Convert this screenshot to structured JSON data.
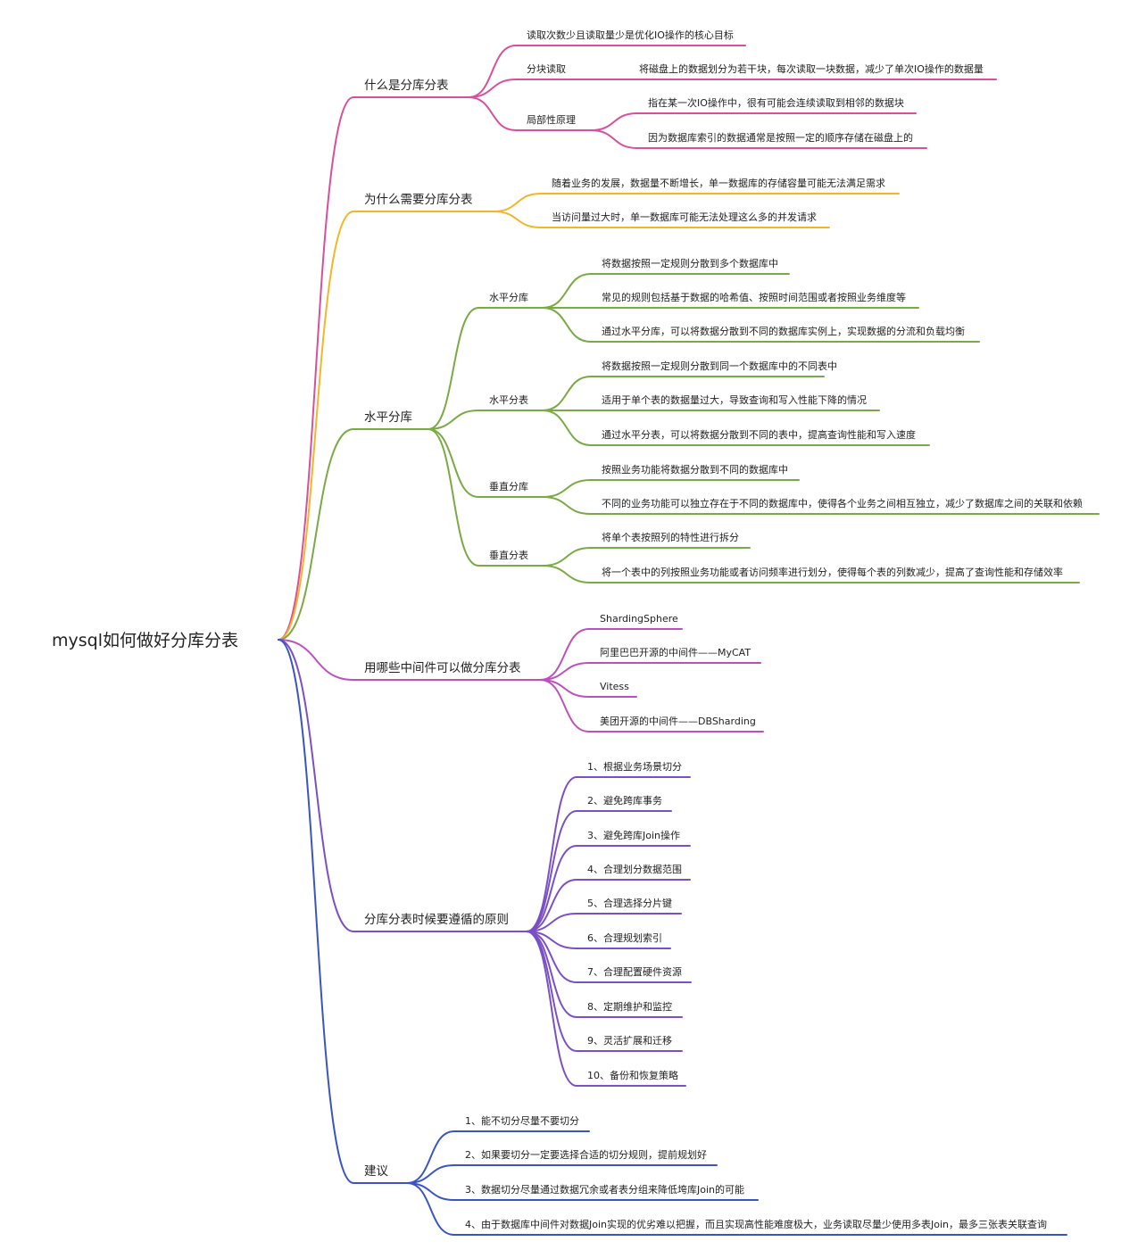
{
  "root": {
    "text": "mysql如何做好分库分表"
  },
  "branches": [
    {
      "text": "什么是分库分表",
      "color": "#d94f9b",
      "children": [
        {
          "text": "读取次数少且读取量少是优化IO操作的核心目标"
        },
        {
          "text": "分块读取",
          "children": [
            {
              "text": "将磁盘上的数据划分为若干块，每次读取一块数据，减少了单次IO操作的数据量"
            }
          ]
        },
        {
          "text": "局部性原理",
          "children": [
            {
              "text": "指在某一次IO操作中，很有可能会连续读取到相邻的数据块"
            },
            {
              "text": "因为数据库索引的数据通常是按照一定的顺序存储在磁盘上的"
            }
          ]
        }
      ]
    },
    {
      "text": "为什么需要分库分表",
      "color": "#f5b52a",
      "children": [
        {
          "text": "随着业务的发展，数据量不断增长，单一数据库的存储容量可能无法满足需求"
        },
        {
          "text": "当访问量过大时，单一数据库可能无法处理这么多的并发请求"
        }
      ]
    },
    {
      "text": "水平分库",
      "color": "#7aaa44",
      "children": [
        {
          "text": "水平分库",
          "children": [
            {
              "text": "将数据按照一定规则分散到多个数据库中"
            },
            {
              "text": "常见的规则包括基于数据的哈希值、按照时间范围或者按照业务维度等"
            },
            {
              "text": "通过水平分库，可以将数据分散到不同的数据库实例上，实现数据的分流和负载均衡"
            }
          ]
        },
        {
          "text": "水平分表",
          "children": [
            {
              "text": "将数据按照一定规则分散到同一个数据库中的不同表中"
            },
            {
              "text": "适用于单个表的数据量过大，导致查询和写入性能下降的情况"
            },
            {
              "text": "通过水平分表，可以将数据分散到不同的表中，提高查询性能和写入速度"
            }
          ]
        },
        {
          "text": "垂直分库",
          "children": [
            {
              "text": "按照业务功能将数据分散到不同的数据库中"
            },
            {
              "text": "不同的业务功能可以独立存在于不同的数据库中，使得各个业务之间相互独立，减少了数据库之间的关联和依赖"
            }
          ]
        },
        {
          "text": "垂直分表",
          "children": [
            {
              "text": "将单个表按照列的特性进行拆分"
            },
            {
              "text": "将一个表中的列按照业务功能或者访问频率进行划分，使得每个表的列数减少，提高了查询性能和存储效率"
            }
          ]
        }
      ]
    },
    {
      "text": "用哪些中间件可以做分库分表",
      "color": "#bf4fbf",
      "children": [
        {
          "text": "ShardingSphere"
        },
        {
          "text": "阿里巴巴开源的中间件——MyCAT"
        },
        {
          "text": "Vitess"
        },
        {
          "text": "美团开源的中间件——DBSharding"
        }
      ]
    },
    {
      "text": "分库分表时候要遵循的原则",
      "color": "#7b4fc6",
      "children": [
        {
          "text": "1、根据业务场景切分"
        },
        {
          "text": "2、避免跨库事务"
        },
        {
          "text": "3、避免跨库Join操作"
        },
        {
          "text": "4、合理划分数据范围"
        },
        {
          "text": "5、合理选择分片键"
        },
        {
          "text": "6、合理规划索引"
        },
        {
          "text": "7、合理配置硬件资源"
        },
        {
          "text": "8、定期维护和监控"
        },
        {
          "text": "9、灵活扩展和迁移"
        },
        {
          "text": "10、备份和恢复策略"
        }
      ]
    },
    {
      "text": "建议",
      "color": "#3a55c2",
      "children": [
        {
          "text": "1、能不切分尽量不要切分"
        },
        {
          "text": "2、如果要切分一定要选择合适的切分规则，提前规划好"
        },
        {
          "text": "3、数据切分尽量通过数据冗余或者表分组来降低垮库Join的可能"
        },
        {
          "text": "4、由于数据库中间件对数据Join实现的优劣难以把握，而且实现高性能难度极大，业务读取尽量少使用多表Join，最多三张表关联查询"
        }
      ]
    }
  ]
}
